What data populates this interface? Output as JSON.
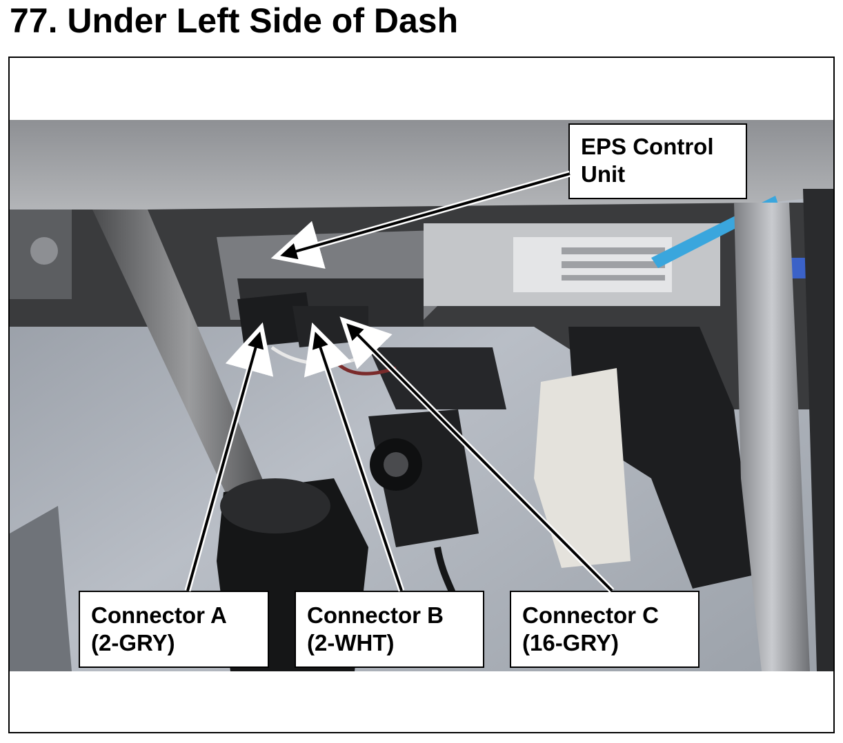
{
  "page": {
    "title": "77.  Under Left Side of Dash"
  },
  "photo": {
    "subject": "under-dash-photo"
  },
  "callouts": {
    "eps": {
      "line1": "EPS Control",
      "line2": "Unit"
    },
    "connector_a": {
      "line1": "Connector A",
      "line2": "(2-GRY)"
    },
    "connector_b": {
      "line1": "Connector B",
      "line2": "(2-WHT)"
    },
    "connector_c": {
      "line1": "Connector C",
      "line2": "(16-GRY)"
    }
  },
  "colors": {
    "ink": "#000000",
    "paper": "#ffffff",
    "carpet": "#a9aeb6",
    "dash_panel": "#9a9ca0"
  }
}
